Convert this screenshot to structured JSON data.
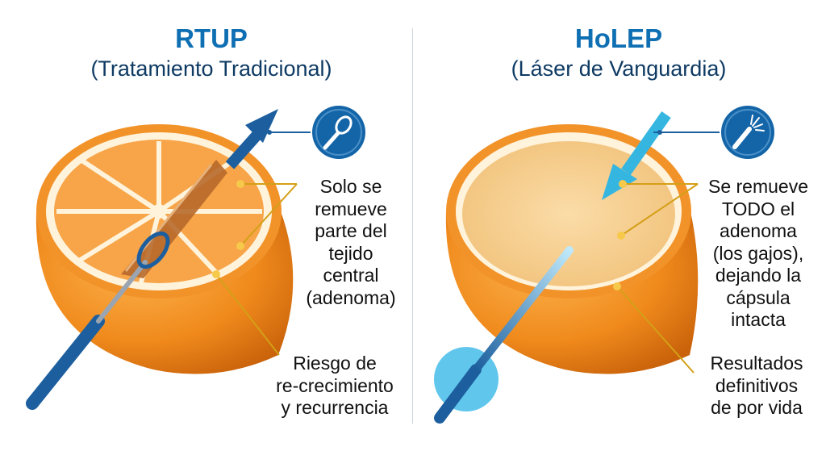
{
  "left": {
    "title": "RTUP",
    "subtitle": "(Tratamiento Tradicional)",
    "label_top": "Solo se\nremueve\nparte del\ntejido\ncentral\n(adenoma)",
    "label_bottom": "Riesgo de\nre-crecimiento\ny recurrencia",
    "icon": "loop-electrode-icon"
  },
  "right": {
    "title": "HoLEP",
    "subtitle": "(Láser de Vanguardia)",
    "label_top": "Se remueve\nTODO el\nadenoma\n(los gajos),\ndejando la\ncápsula\nintacta",
    "label_bottom": "Resultados\ndefinitivos\nde por vida",
    "icon": "laser-fiber-icon"
  },
  "colors": {
    "title_blue": "#0f6fb3",
    "subtitle_navy": "#0e3a63",
    "orange": "#f08a1c",
    "pulp": "#f7a548",
    "pith": "#fff3dc",
    "callout_gold": "#d4a017",
    "tool_blue": "#1d5f9e",
    "laser_cyan": "#35b6e0"
  }
}
